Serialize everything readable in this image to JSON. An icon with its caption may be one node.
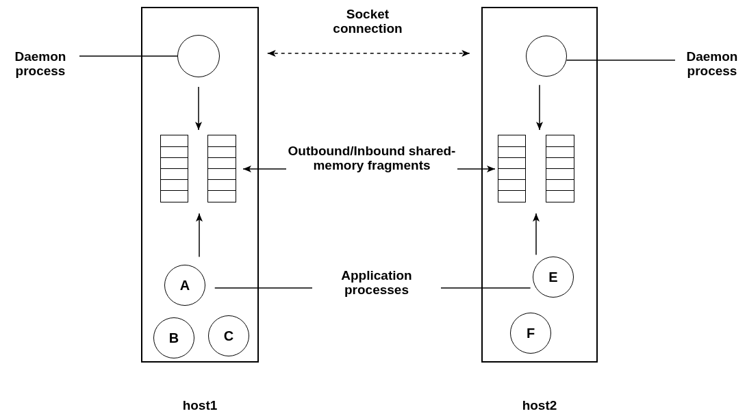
{
  "diagram": {
    "nodes": [
      {
        "text": [
          "host1"
        ]
      },
      {
        "text": [],
        "shape": "circle",
        "in": 0
      },
      {
        "text": [],
        "shape": "box",
        "in": 0
      },
      {
        "text": [],
        "shape": "box",
        "in": 0
      },
      {
        "text": [
          "A"
        ],
        "in": 0
      },
      {
        "text": [
          "B"
        ],
        "in": 0
      },
      {
        "text": [
          "C"
        ],
        "in": 0
      },
      {
        "text": [
          "host2"
        ]
      },
      {
        "text": [],
        "shape": "circle",
        "in": 7
      },
      {
        "text": [],
        "shape": "box",
        "in": 7
      },
      {
        "text": [],
        "shape": "box",
        "in": 7
      },
      {
        "text": [
          "E"
        ],
        "in": 7
      },
      {
        "text": [
          "F"
        ],
        "in": 7
      },
      {
        "text": [
          "Daemon process"
        ]
      },
      {
        "text": [
          "Daemon process"
        ]
      },
      {
        "text": [
          "Outbound/Inbound shared-memory fragments"
        ]
      },
      {
        "text": [
          "Application processes"
        ]
      }
    ],
    "edges": [
      {
        "from": 13,
        "to": 1,
        "arrow": "none"
      },
      {
        "from": 14,
        "to": 8,
        "arrow": "none"
      },
      {
        "from": 1,
        "to": 8,
        "arrow": "both",
        "style": "dashed",
        "label": "Socket connection"
      },
      {
        "from": 1,
        "to": 2,
        "arrow": "to"
      },
      {
        "from": 4,
        "to": 2,
        "arrow": "to"
      },
      {
        "from": 8,
        "to": 10,
        "arrow": "to"
      },
      {
        "from": 11,
        "to": 9,
        "arrow": "to"
      },
      {
        "from": 15,
        "to": 3,
        "arrow": "to"
      },
      {
        "from": 15,
        "to": 9,
        "arrow": "to"
      },
      {
        "from": 16,
        "to": 4,
        "arrow": "none"
      },
      {
        "from": 16,
        "to": 11,
        "arrow": "none"
      }
    ]
  }
}
